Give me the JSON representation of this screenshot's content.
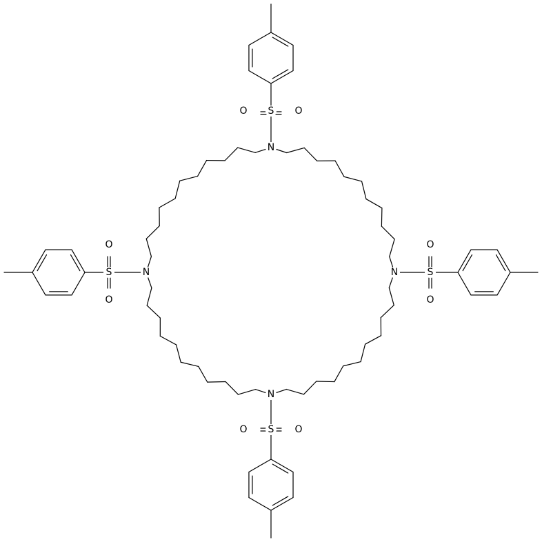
{
  "molecule": {
    "atoms": {
      "nitrogen": "N",
      "sulfur": "S",
      "oxygen": "O"
    },
    "colors": {
      "bond": "#000000",
      "label": "#000000",
      "background": "#ffffff"
    }
  }
}
